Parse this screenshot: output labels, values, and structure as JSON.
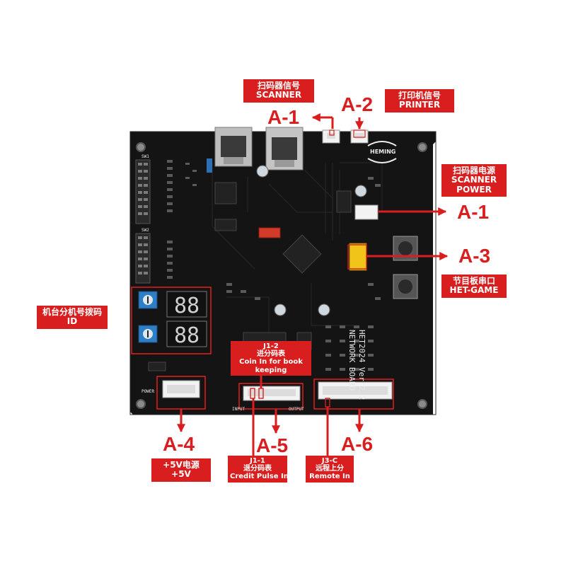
{
  "board": {
    "brand": "HEMING",
    "model_text": "HET2024 Ver 2.2",
    "model_subtext": "NETWORK BOARD",
    "silk_sw1": "SW1",
    "silk_sw2": "SW2",
    "silk_power": "POWER",
    "silk_input": "INPUT",
    "silk_output": "OUTPUT"
  },
  "callouts": {
    "scanner": {
      "cn": "扫码器信号",
      "en": "SCANNER",
      "code": "A-1"
    },
    "printer": {
      "cn": "打印机信号",
      "en": "PRINTER",
      "code": "A-2"
    },
    "scanner_power": {
      "cn": "扫码器电源",
      "en1": "SCANNER",
      "en2": "POWER",
      "code": "A-1"
    },
    "het_game": {
      "cn": "节目板串口",
      "en": "HET-GAME",
      "code": "A-3"
    },
    "id": {
      "cn": "机台分机号拨码",
      "en": "ID"
    },
    "power": {
      "cn": "+5V电源",
      "en": "+5V",
      "code": "A-4"
    },
    "j1_2": {
      "label": "J1-2",
      "cn": "进分码表",
      "en1": "Coin In for book",
      "en2": "keeping",
      "code": "A-5"
    },
    "j1_1": {
      "label": "J1-1",
      "cn": "退分码表",
      "en": "Credit Pulse In"
    },
    "j3_c": {
      "label": "J3-C",
      "cn": "远程上分",
      "en": "Remote In",
      "code": "A-6"
    }
  },
  "colors": {
    "callout_red": "#d81e1e",
    "board": "#141414",
    "connector_white": "#f2f2f2",
    "dip_blue": "#2f7fc8",
    "yellow_connector": "#f0c419",
    "red_connector": "#d23a2a"
  }
}
